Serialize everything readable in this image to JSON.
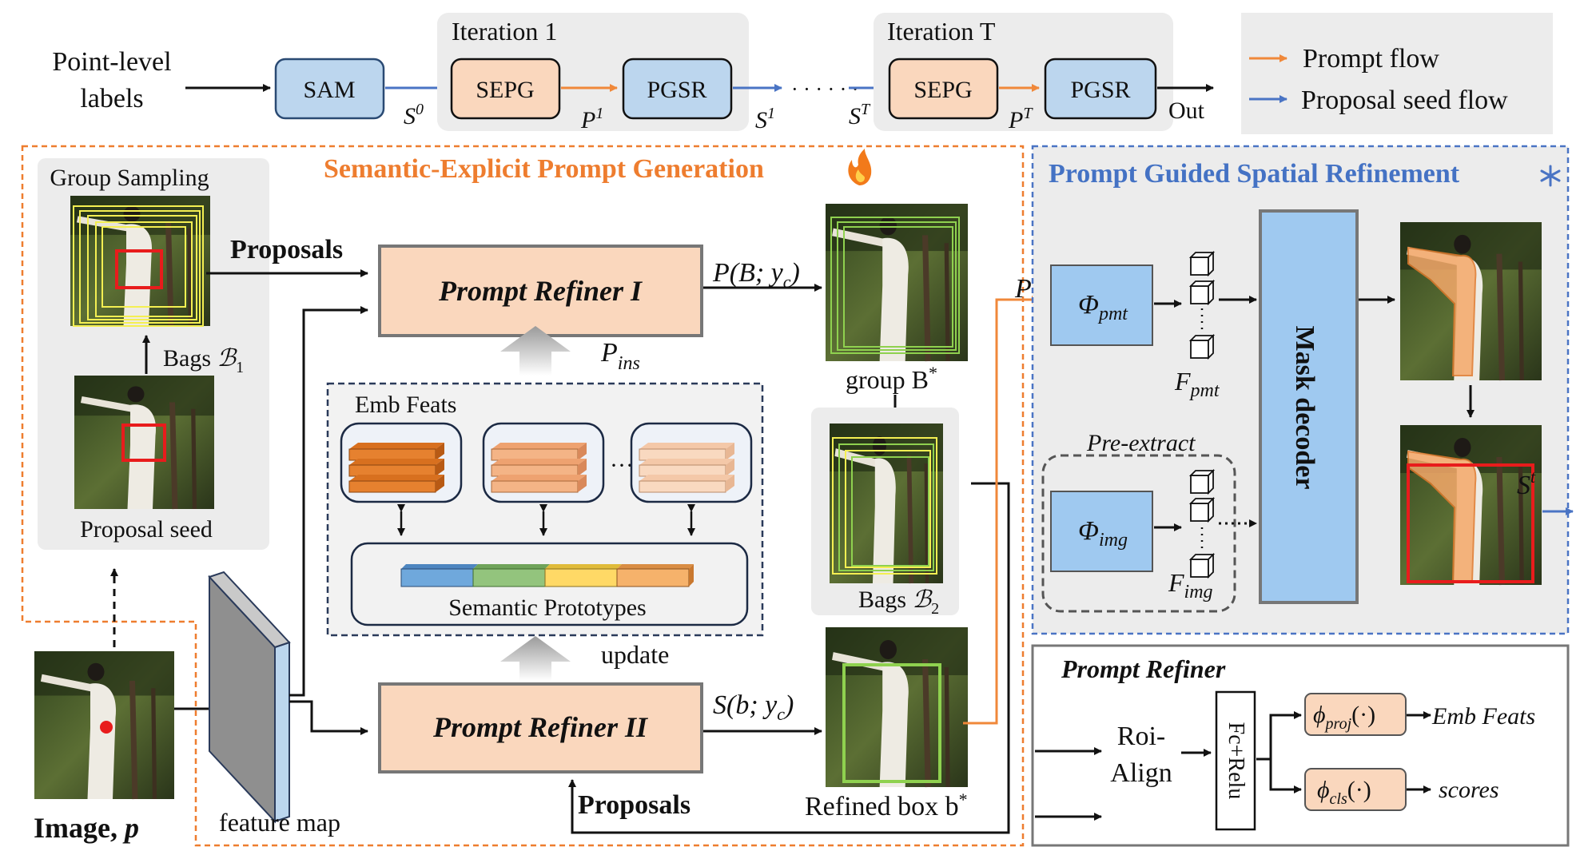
{
  "colors": {
    "prompt_flow": "#f0883a",
    "seed_flow": "#4a74c4",
    "peach_fill": "#fad7bd",
    "blue_fill": "#bcd6ee",
    "module_blue": "#9fc9f0",
    "orange_title": "#ee7d2f",
    "blue_title": "#4472c4",
    "gray_panel": "#ececec",
    "red_box": "#e81c1c",
    "green_box": "#8fd14f",
    "mask_orange": "#f5a96a",
    "proto_colors": [
      "#6fa8dc",
      "#93c47d",
      "#ffd966",
      "#f6b26b"
    ]
  },
  "pipeline": {
    "input_label_line1": "Point-level",
    "input_label_line2": "labels",
    "sam": "SAM",
    "iteration1_title": "Iteration 1",
    "iterationT_title": "Iteration T",
    "sepg": "SEPG",
    "pgsr": "PGSR",
    "s0": "S",
    "s0_sup": "0",
    "p1": "P",
    "p1_sup": "1",
    "s1": "S",
    "s1_sup": "1",
    "dots": "· · · · · ·",
    "sT": "S",
    "sT_sup": "T",
    "pT": "P",
    "pT_sup": "T",
    "out": "Out"
  },
  "legend": {
    "prompt_flow": "Prompt flow",
    "seed_flow": "Proposal seed flow"
  },
  "sepg": {
    "title": "Semantic-Explicit Prompt Generation",
    "fire_icon": "fire-icon",
    "group_sampling": "Group Sampling",
    "proposals_top": "Proposals",
    "bags_b1": "Bags ",
    "bags_b1_sym": "ℬ",
    "bags_b1_sub": "1",
    "proposal_seed": "Proposal seed",
    "refiner1": "Prompt Refiner I",
    "refiner2": "Prompt Refiner II",
    "p_ins": "P",
    "p_ins_sub": "ins",
    "emb_feats": "Emb Feats",
    "emb_dots": "···",
    "semantic_prototypes": "Semantic Prototypes",
    "update": "update",
    "p_b_yc": "P(B; y",
    "p_b_yc_sub": "c",
    "p_b_yc_end": ")",
    "s_b_yc": "S(b; y",
    "s_b_yc_sub": "c",
    "s_b_yc_end": ")",
    "group_b": "group B",
    "group_b_sup": "*",
    "bags_b2": "Bags ",
    "bags_b2_sym": "ℬ",
    "bags_b2_sub": "2",
    "refined_box": "Refined box b",
    "refined_box_sup": "*",
    "proposals_bottom": "Proposals",
    "image_p": "Image, ",
    "image_p_sym": "p",
    "feature_map": "feature map"
  },
  "pgsr": {
    "title": "Prompt Guided Spatial Refinement",
    "snow_icon": "snowflake-icon",
    "pt": "P",
    "pt_sup": "t",
    "phi_pmt": "Φ",
    "phi_pmt_sub": "pmt",
    "f_pmt": "F",
    "f_pmt_sub": "pmt",
    "pre_extract": "Pre-extract",
    "phi_img": "Φ",
    "phi_img_sub": "img",
    "f_img": "F",
    "f_img_sub": "img",
    "mask_decoder": "Mask decoder",
    "st": "S",
    "st_sup": "t"
  },
  "refiner_detail": {
    "title": "Prompt Refiner",
    "roi_line1": "Roi-",
    "roi_line2": "Align",
    "fc_relu": "Fc+Relu",
    "phi_proj": "ϕ",
    "phi_proj_sub": "proj",
    "phi_proj_arg": "(·)",
    "phi_cls": "ϕ",
    "phi_cls_sub": "cls",
    "phi_cls_arg": "(·)",
    "emb_feats_out": "Emb Feats",
    "scores_out": "scores"
  }
}
